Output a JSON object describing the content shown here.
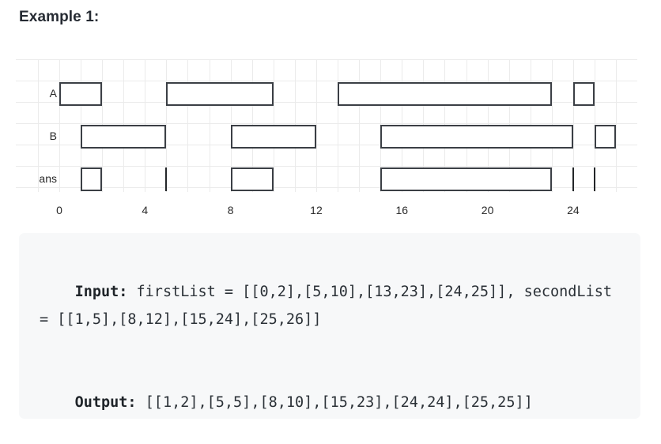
{
  "heading": "Example 1:",
  "chart_data": {
    "type": "bar",
    "title": "",
    "xlabel": "",
    "ylabel": "",
    "xlim": [
      -1,
      28
    ],
    "grid": true,
    "axis_ticks": [
      0,
      4,
      8,
      12,
      16,
      20,
      24
    ],
    "tick_labels": [
      "0",
      "4",
      "8",
      "12",
      "16",
      "20",
      "24"
    ],
    "row_labels": [
      "A",
      "B",
      "ans"
    ],
    "series": [
      {
        "name": "A",
        "label": "A",
        "intervals": [
          [
            0,
            2
          ],
          [
            5,
            10
          ],
          [
            13,
            23
          ],
          [
            24,
            25
          ]
        ]
      },
      {
        "name": "B",
        "label": "B",
        "intervals": [
          [
            1,
            5
          ],
          [
            8,
            12
          ],
          [
            15,
            24
          ],
          [
            25,
            26
          ]
        ]
      },
      {
        "name": "ans",
        "label": "ans",
        "intervals": [
          [
            1,
            2
          ],
          [
            5,
            5
          ],
          [
            8,
            10
          ],
          [
            15,
            23
          ],
          [
            24,
            24
          ],
          [
            25,
            25
          ]
        ]
      }
    ],
    "bar_border_color": "#3b3f45",
    "grid_color": "#ebebeb"
  },
  "io": {
    "input_key": "Input:",
    "input_value": " firstList = [[0,2],[5,10],[13,23],[24,25]], secondList = [[1,5],[8,12],[15,24],[25,26]]",
    "output_key": "Output:",
    "output_value": " [[1,2],[5,5],[8,10],[15,23],[24,24],[25,25]]"
  }
}
